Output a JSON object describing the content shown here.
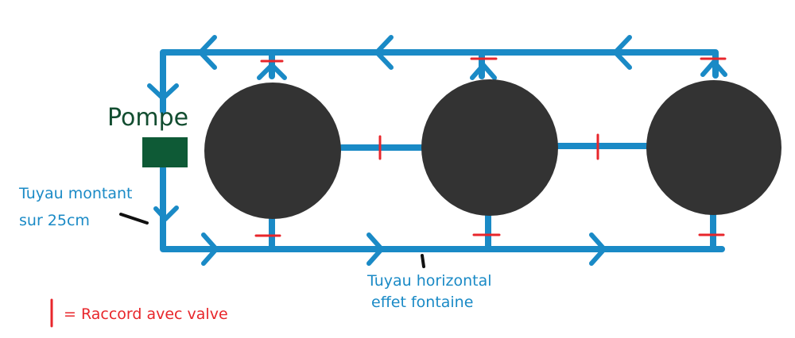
{
  "labels": {
    "pump": "Pompe",
    "riser_line1": "Tuyau montant",
    "riser_line2": "sur 25cm",
    "horizontal_line1": "Tuyau horizontal",
    "horizontal_line2": "effet fontaine",
    "legend": "= Raccord avec valve"
  },
  "colors": {
    "pipe": "#1a8ac6",
    "pump": "#0e5a36",
    "pump_label": "#124d30",
    "tank": "#333333",
    "valve": "#e8262b",
    "pointer": "#111111"
  }
}
